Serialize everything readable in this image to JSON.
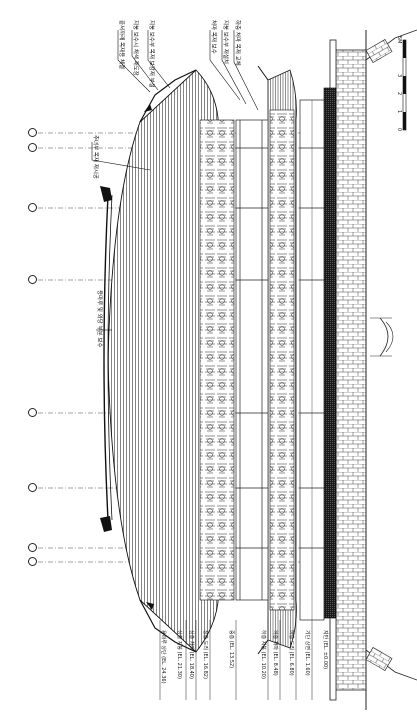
{
  "drawing": {
    "grid_bubbles": [
      "",
      "",
      "",
      "",
      "",
      "",
      "",
      ""
    ],
    "callouts": {
      "top_1": "끝서까래 목재용 체결",
      "top_2": "지붕 보수시 채색 재도장",
      "top_3": "지붕 보수부 목재 보강재 부설",
      "top_4": "추녀부 목재 재시공",
      "top_5": "처마 목재 보수",
      "top_6": "지붕 보수부 재설치",
      "top_7": "하층 처마 목재 교체",
      "center": "용마루 및 와당 부분 보수"
    },
    "elevations": [
      "용마루 상단 (EL. 24.36)",
      "상층 지붕 (EL. 21.30)",
      "상층 처마 (EL. 18.40)",
      "상층 도리 (EL. 16.82)",
      "중층 (EL. 13.52)",
      "하층 지붕 (EL. 10.20)",
      "하층 처마 (EL. 8.48)",
      "하층 도리 (EL. 6.80)",
      "기단 상면 (EL. 1.60)",
      "지반 (EL. ±0.00)"
    ],
    "scale_ticks": [
      "0",
      "1",
      "2",
      "3",
      "5M"
    ]
  }
}
